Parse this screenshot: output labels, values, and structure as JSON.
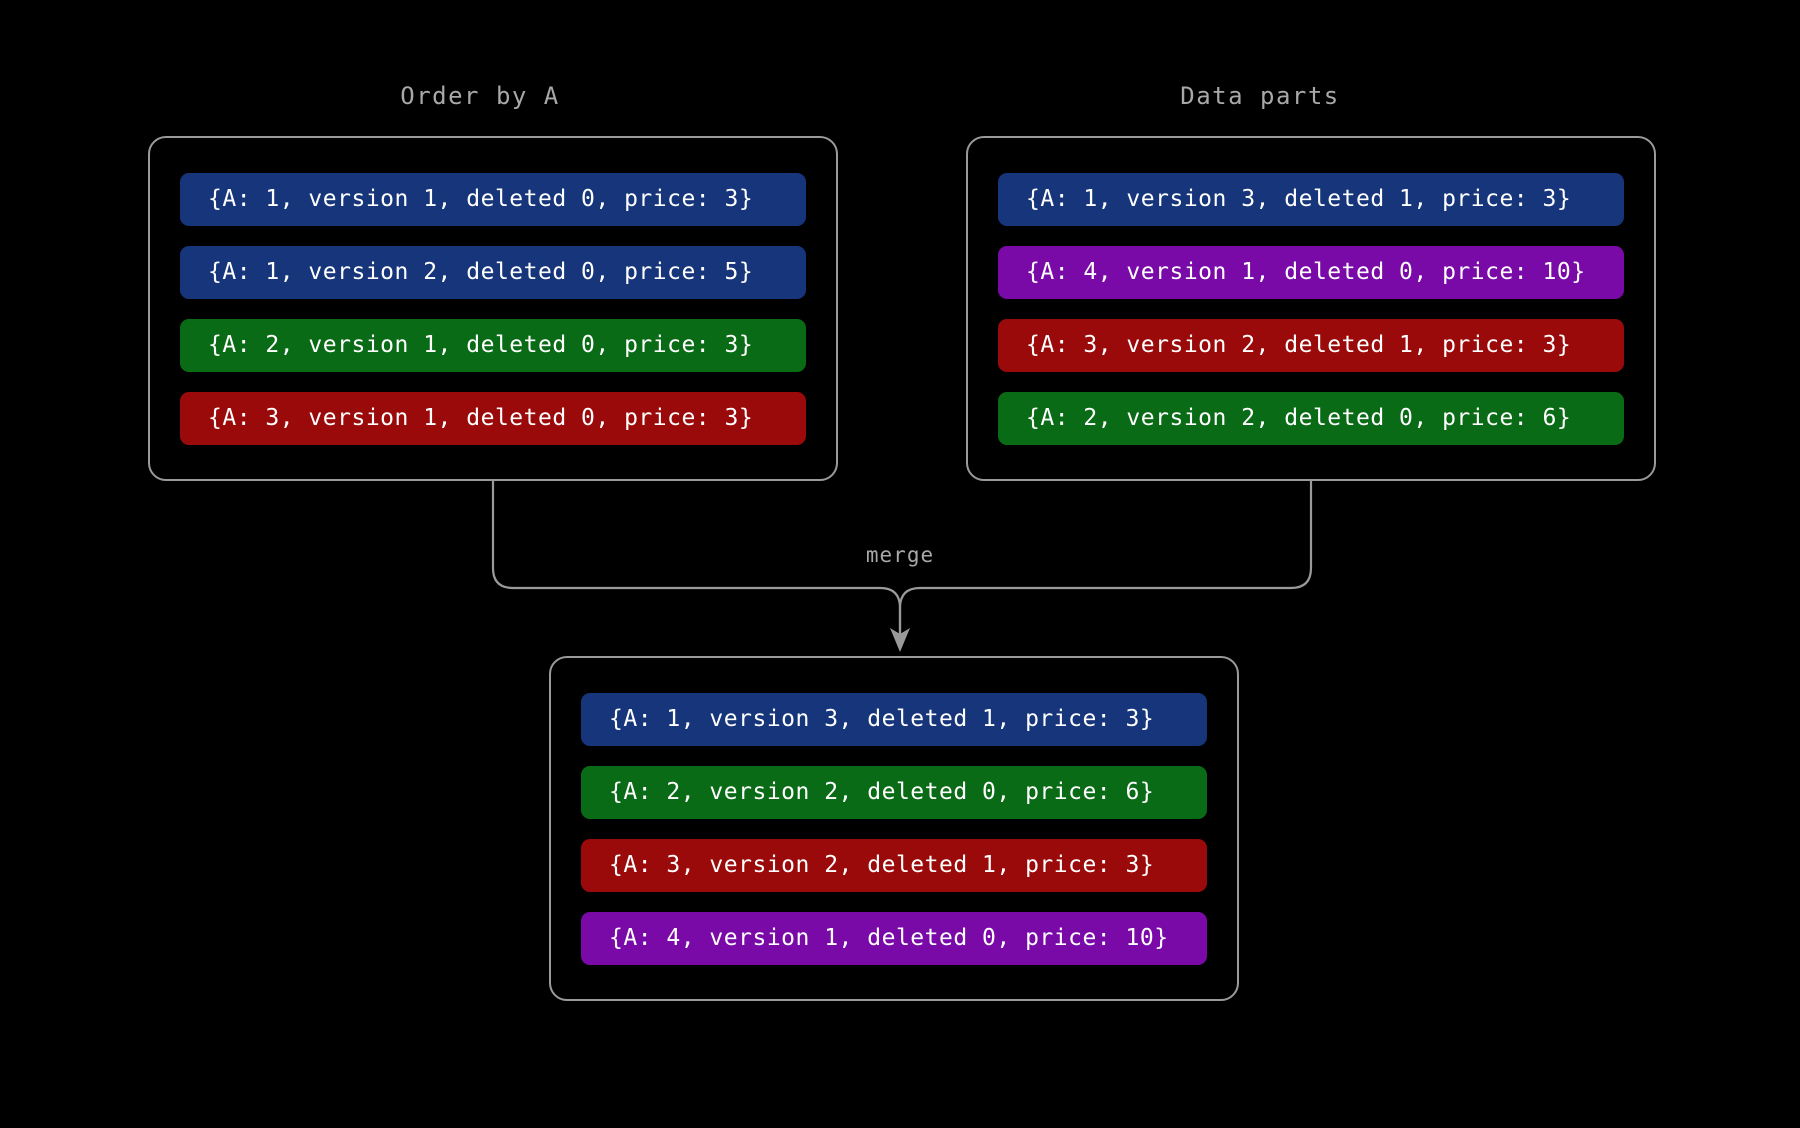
{
  "canvas": {
    "background": "#000000",
    "line_color": "#9a9a9a",
    "text_color": "#a8a8a8"
  },
  "colors": {
    "blue": "#16357a",
    "green": "#0a6b16",
    "red": "#9b0a0a",
    "purple": "#7a0aa8"
  },
  "panels": {
    "order_by_a": {
      "title": "Order by A",
      "rows": [
        {
          "text": "{A: 1, version 1, deleted 0, price: 3}",
          "color": "#16357a",
          "color_name": "blue"
        },
        {
          "text": "{A: 1, version 2, deleted 0, price: 5}",
          "color": "#16357a",
          "color_name": "blue"
        },
        {
          "text": "{A: 2, version 1, deleted 0, price: 3}",
          "color": "#0a6b16",
          "color_name": "green"
        },
        {
          "text": "{A: 3, version 1, deleted 0, price: 3}",
          "color": "#9b0a0a",
          "color_name": "red"
        }
      ]
    },
    "data_parts": {
      "title": "Data parts",
      "rows": [
        {
          "text": "{A: 1, version 3, deleted 1, price: 3}",
          "color": "#16357a",
          "color_name": "blue"
        },
        {
          "text": "{A: 4, version 1, deleted 0, price: 10}",
          "color": "#7a0aa8",
          "color_name": "purple"
        },
        {
          "text": "{A: 3, version 2, deleted 1, price: 3}",
          "color": "#9b0a0a",
          "color_name": "red"
        },
        {
          "text": "{A: 2, version 2, deleted 0, price: 6}",
          "color": "#0a6b16",
          "color_name": "green"
        }
      ]
    },
    "merged_result": {
      "title": "",
      "rows": [
        {
          "text": "{A: 1, version 3, deleted 1, price: 3}",
          "color": "#16357a",
          "color_name": "blue"
        },
        {
          "text": "{A: 2, version 2, deleted 0, price: 6}",
          "color": "#0a6b16",
          "color_name": "green"
        },
        {
          "text": "{A: 3, version 2, deleted 1, price: 3}",
          "color": "#9b0a0a",
          "color_name": "red"
        },
        {
          "text": "{A: 4, version 1, deleted 0, price: 10}",
          "color": "#7a0aa8",
          "color_name": "purple"
        }
      ]
    }
  },
  "connector": {
    "label": "merge",
    "arrow_head": "down-arrow-icon"
  }
}
